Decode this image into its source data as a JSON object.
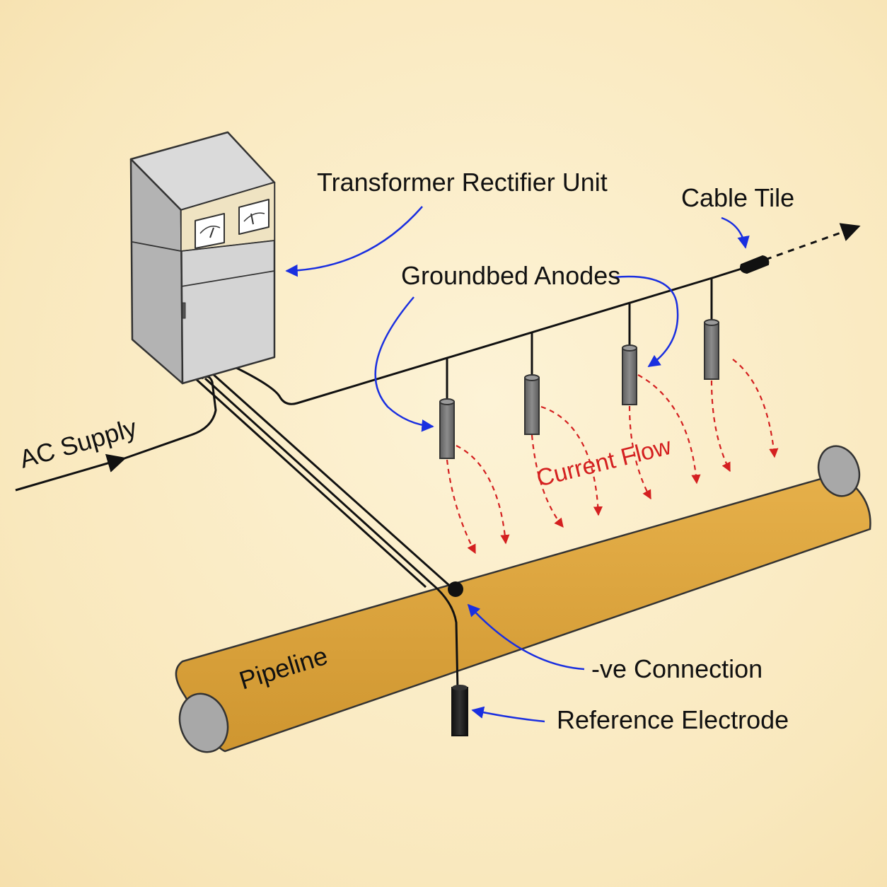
{
  "labels": {
    "transformer": "Transformer Rectifier Unit",
    "cable_tile": "Cable Tile",
    "groundbed_anodes": "Groundbed Anodes",
    "ac_supply": "AC Supply",
    "current_flow": "Current Flow",
    "pipeline": "Pipeline",
    "negative_connection": "-ve Connection",
    "reference_electrode": "Reference Electrode"
  },
  "colors": {
    "background": "#f9e8bd",
    "pipe": "#dba23a",
    "label_arrow": "#1a2fe0",
    "current_arrow": "#d42020",
    "anode": "#7a7a7a",
    "cabinet": "#c9c9c9"
  },
  "icons": [
    "gauge-icon",
    "gauge-icon"
  ]
}
